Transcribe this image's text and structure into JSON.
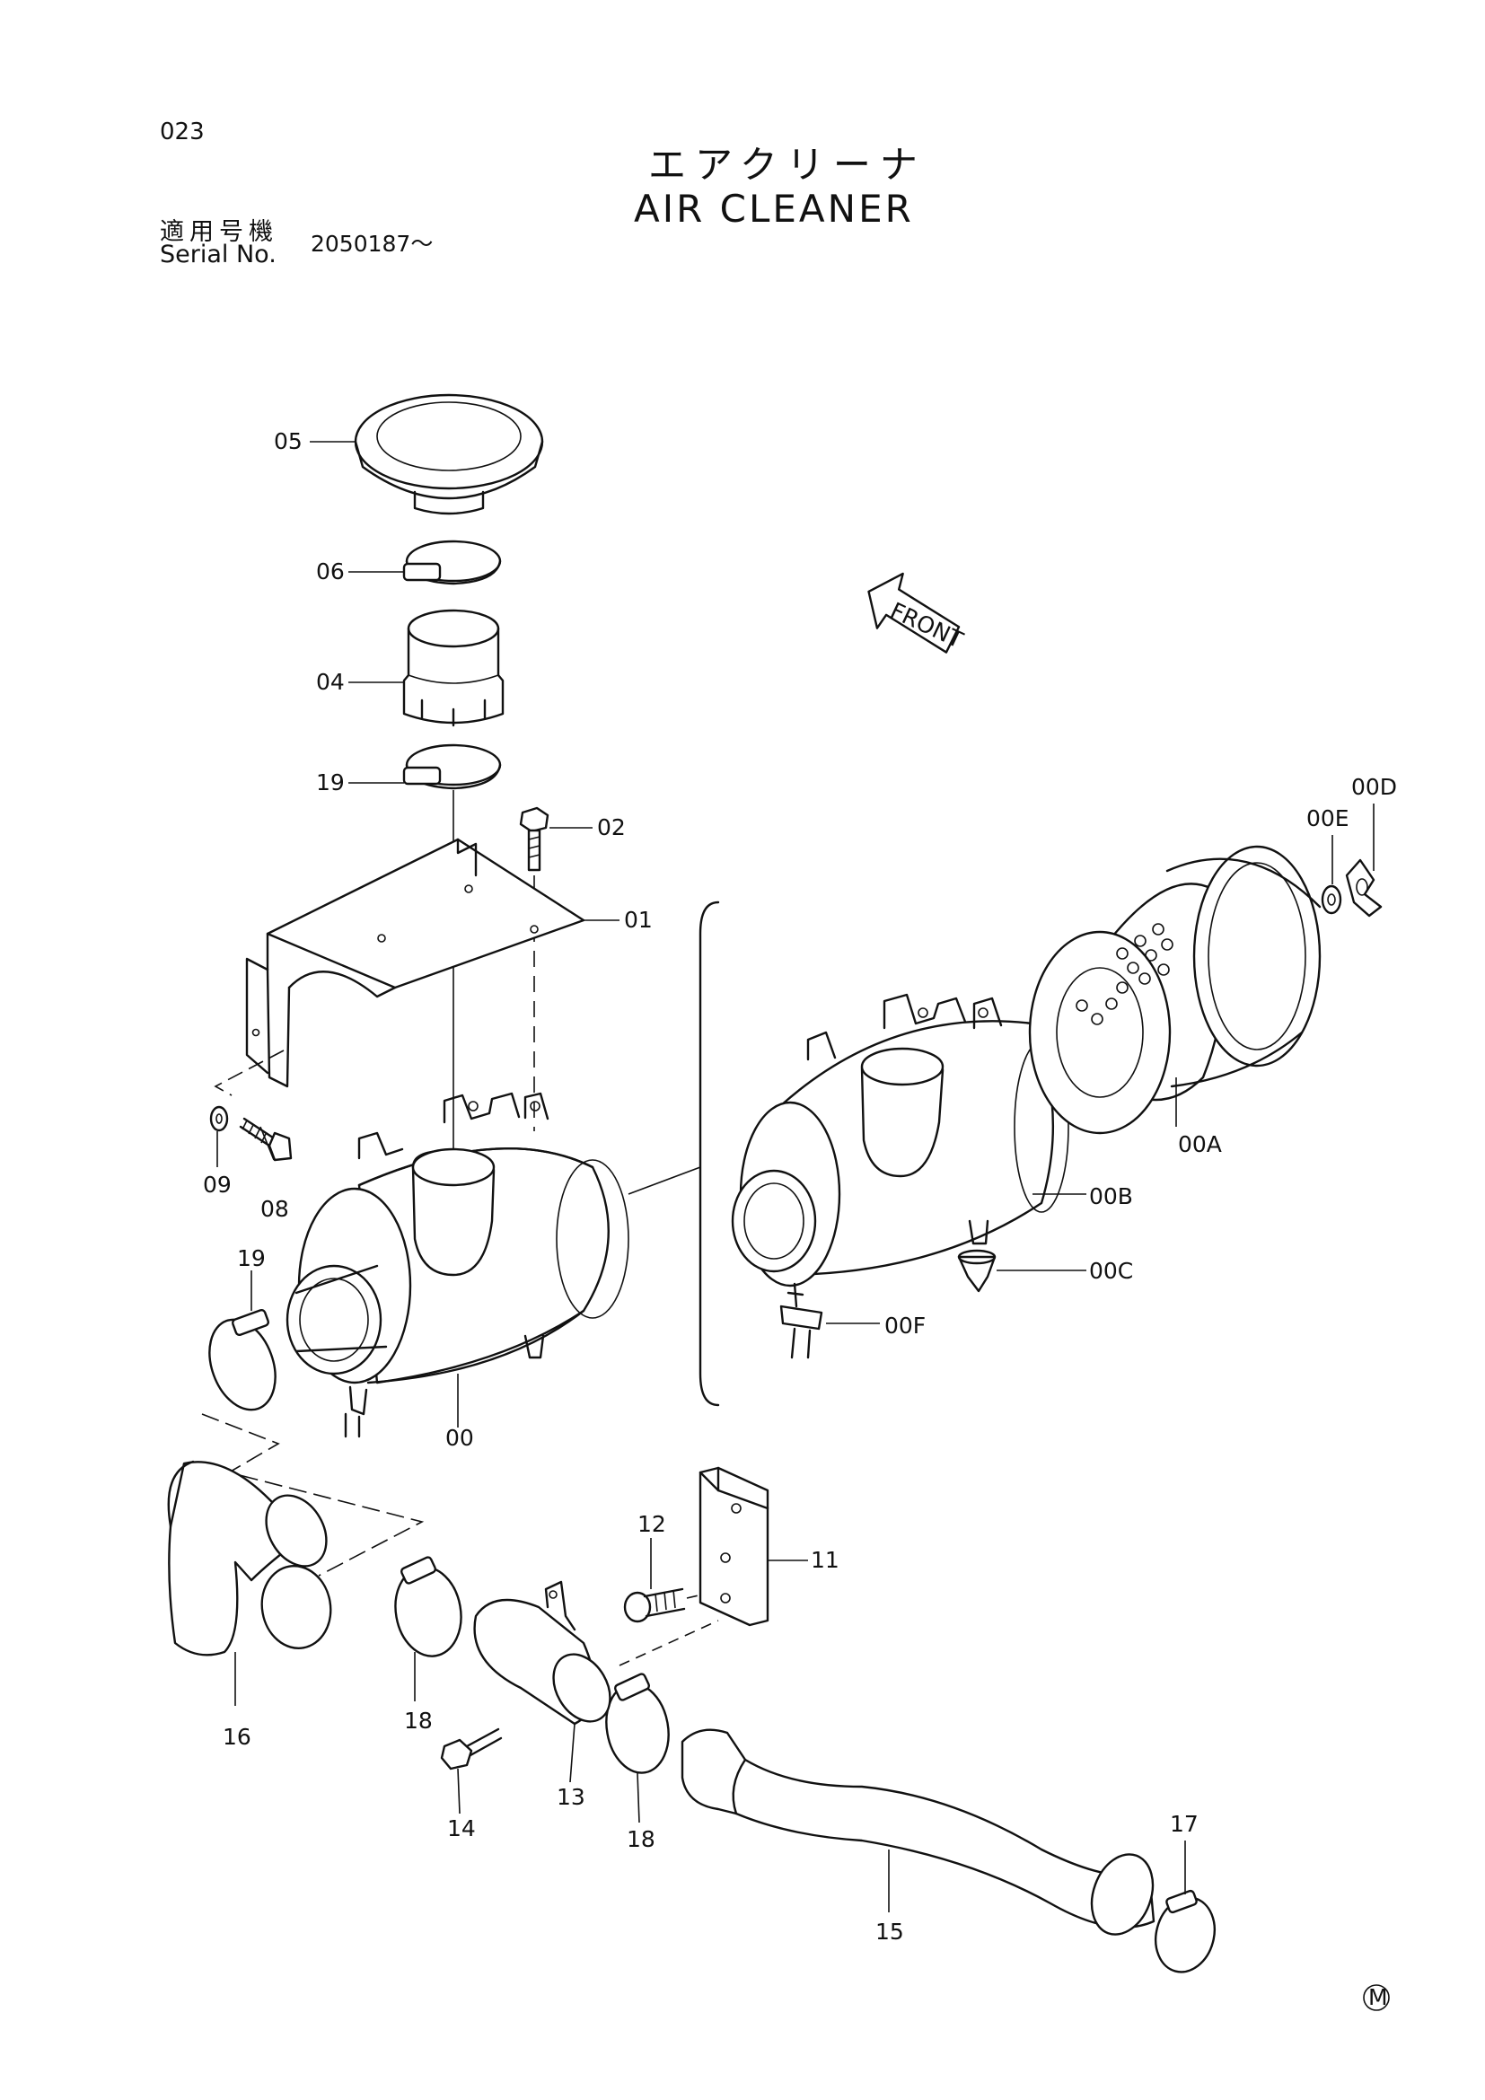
{
  "header": {
    "page_number": "023",
    "title_jp": "エアクリーナ",
    "title_en": "AIR CLEANER",
    "serial_label_jp": "適用号機",
    "serial_label_en": "Serial No.",
    "serial_value": "2050187～"
  },
  "front_label": "FRONT",
  "mark": "M",
  "callouts": {
    "p00": "00",
    "p00A": "00A",
    "p00B": "00B",
    "p00C": "00C",
    "p00D": "00D",
    "p00E": "00E",
    "p00F": "00F",
    "p01": "01",
    "p02": "02",
    "p04": "04",
    "p05": "05",
    "p06": "06",
    "p08": "08",
    "p09": "09",
    "p11": "11",
    "p12": "12",
    "p13": "13",
    "p14": "14",
    "p15": "15",
    "p16": "16",
    "p17": "17",
    "p18a": "18",
    "p18b": "18",
    "p19a": "19",
    "p19b": "19"
  }
}
